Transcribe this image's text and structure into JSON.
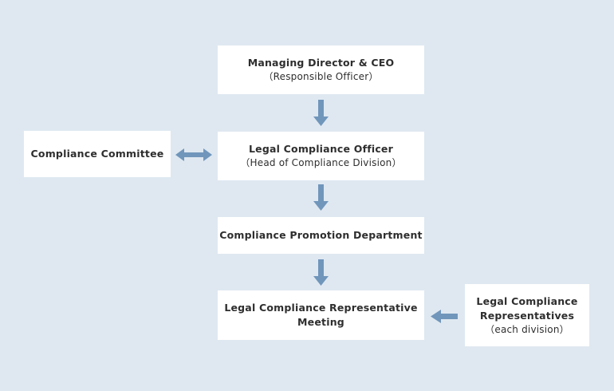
{
  "diagram": {
    "ceo": {
      "title": "Managing Director & CEO",
      "subtitle": "（Responsible Officer）"
    },
    "officer": {
      "title": "Legal Compliance Officer",
      "subtitle": "（Head of Compliance Division）"
    },
    "committee": {
      "title": "Compliance Committee"
    },
    "department": {
      "title": "Compliance Promotion Department"
    },
    "meeting": {
      "title_line1": "Legal Compliance Representative",
      "title_line2": "Meeting"
    },
    "representatives": {
      "title_line1": "Legal Compliance",
      "title_line2": "Representatives",
      "subtitle": "（each division）"
    }
  },
  "colors": {
    "background": "#dfe8f1",
    "box": "#ffffff",
    "arrow": "#7196bb",
    "text": "#2e2e2e"
  }
}
